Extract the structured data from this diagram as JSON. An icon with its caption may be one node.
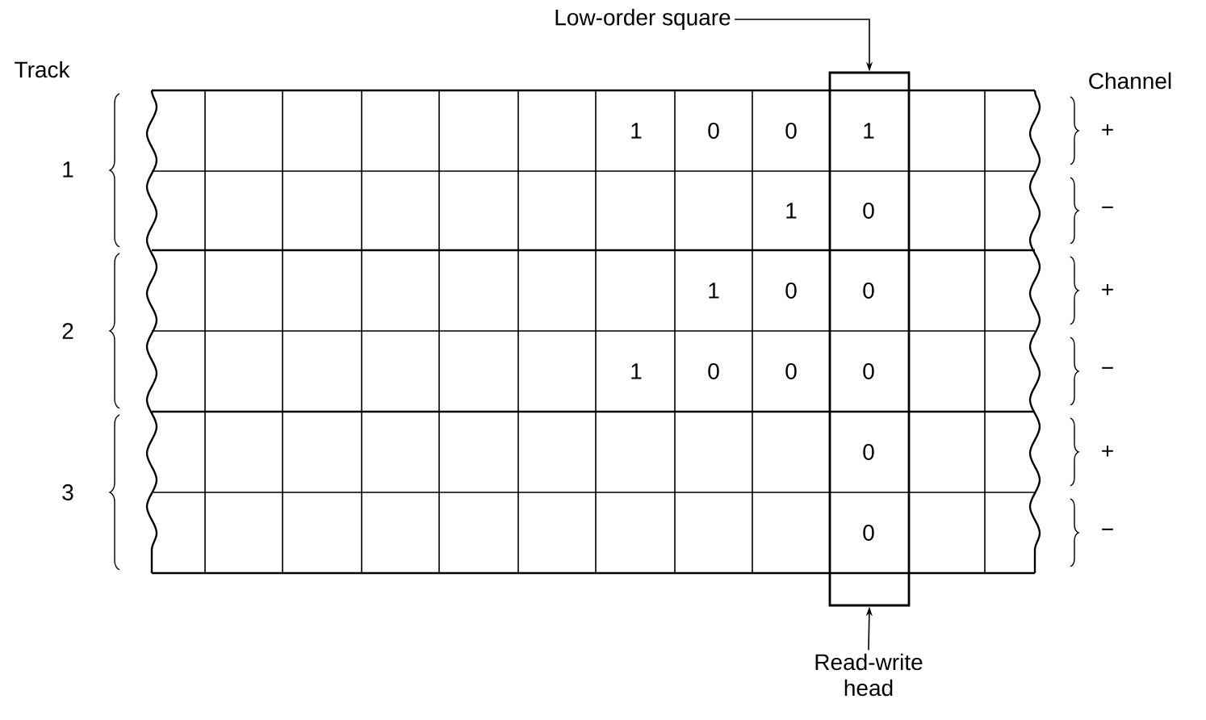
{
  "diagram": {
    "nodes": [
      {
        "text": [
          "Low-order square"
        ]
      },
      {
        "text": [],
        "shape": "box"
      },
      {
        "text": [
          "Read-write head"
        ]
      }
    ],
    "edges": [
      {
        "from": 0,
        "to": 1,
        "arrow": "to"
      },
      {
        "from": 2,
        "to": 1,
        "arrow": "to"
      }
    ],
    "labels": [
      "Track",
      "Channel",
      "1",
      "0",
      "0",
      "1",
      "+",
      "1",
      "1",
      "0",
      "−",
      "1",
      "0",
      "0",
      "+",
      "2",
      "1",
      "0",
      "0",
      "0",
      "−",
      "0",
      "+",
      "3",
      "0",
      "−"
    ]
  }
}
